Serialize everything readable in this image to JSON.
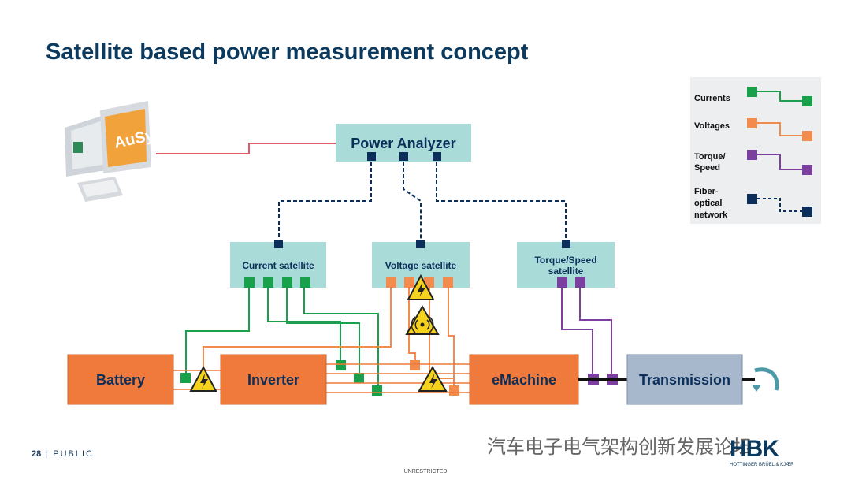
{
  "title": "Satellite based power measurement concept",
  "power_analyzer": "Power Analyzer",
  "ausy_logo": "AuSy",
  "satellites": {
    "current": "Current satellite",
    "voltage": "Voltage satellite",
    "torque_line1": "Torque/Speed",
    "torque_line2": "satellite"
  },
  "blocks": {
    "battery": "Battery",
    "inverter": "Inverter",
    "emachine": "eMachine",
    "transmission": "Transmission"
  },
  "legend": {
    "currents": "Currents",
    "voltages": "Voltages",
    "torque_line1": "Torque/",
    "torque_line2": "Speed",
    "fiber_line1": "Fiber-",
    "fiber_line2": "optical",
    "fiber_line3": "network"
  },
  "footer": {
    "page_number": "28",
    "label": "PUBLIC",
    "classification": "UNRESTRICTED",
    "watermark": "汽车电子电气架构创新发展论坛",
    "logo": "HBK",
    "logo_sub": "HOTTINGER BRÜEL & KJÆR"
  },
  "colors": {
    "current": "#19a04b",
    "voltage": "#f28c4e",
    "torque": "#7b3fa0",
    "fiber": "#0b2f5a",
    "block_orange": "#f07a3c",
    "satellite_bg": "#a9dcd9",
    "transmission_bg": "#a7b7cc",
    "pc_link": "#e05a6a"
  }
}
